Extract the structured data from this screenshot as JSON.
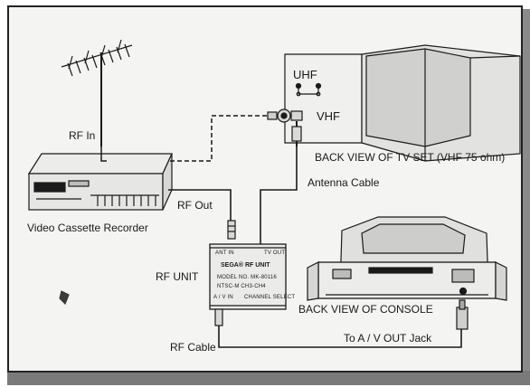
{
  "labels": {
    "rf_in": "RF In",
    "rf_out": "RF Out",
    "vcr": "Video Cassette Recorder",
    "uhf": "UHF",
    "vhf": "VHF",
    "tv_back": "BACK VIEW OF TV SET (VHF 75 ohm)",
    "antenna_cable": "Antenna Cable",
    "rf_unit": "RF UNIT",
    "console_back": "BACK VIEW OF CONSOLE",
    "rf_cable": "RF Cable",
    "av_out_jack": "To A / V OUT Jack"
  },
  "rf_box": {
    "ant_in": "ANT IN",
    "tv_out": "TV OUT",
    "brand": "SEGA® RF UNIT",
    "model": "MODEL NO. MK-80116",
    "channel_info": "NTSC-M CH3-CH4",
    "av_in": "A / V IN",
    "channel_select": "CHANNEL SELECT"
  },
  "colors": {
    "ink": "#1a1a1a",
    "paper": "#f4f4f2",
    "border": "#222222",
    "shadow": "#7a7a7a"
  },
  "icons": {
    "antenna": "tv-antenna-icon",
    "vcr": "vcr-device-icon",
    "tv": "tv-set-back-icon",
    "console": "game-console-back-icon",
    "rf_unit": "rf-unit-box-icon",
    "plug": "av-plug-icon"
  }
}
